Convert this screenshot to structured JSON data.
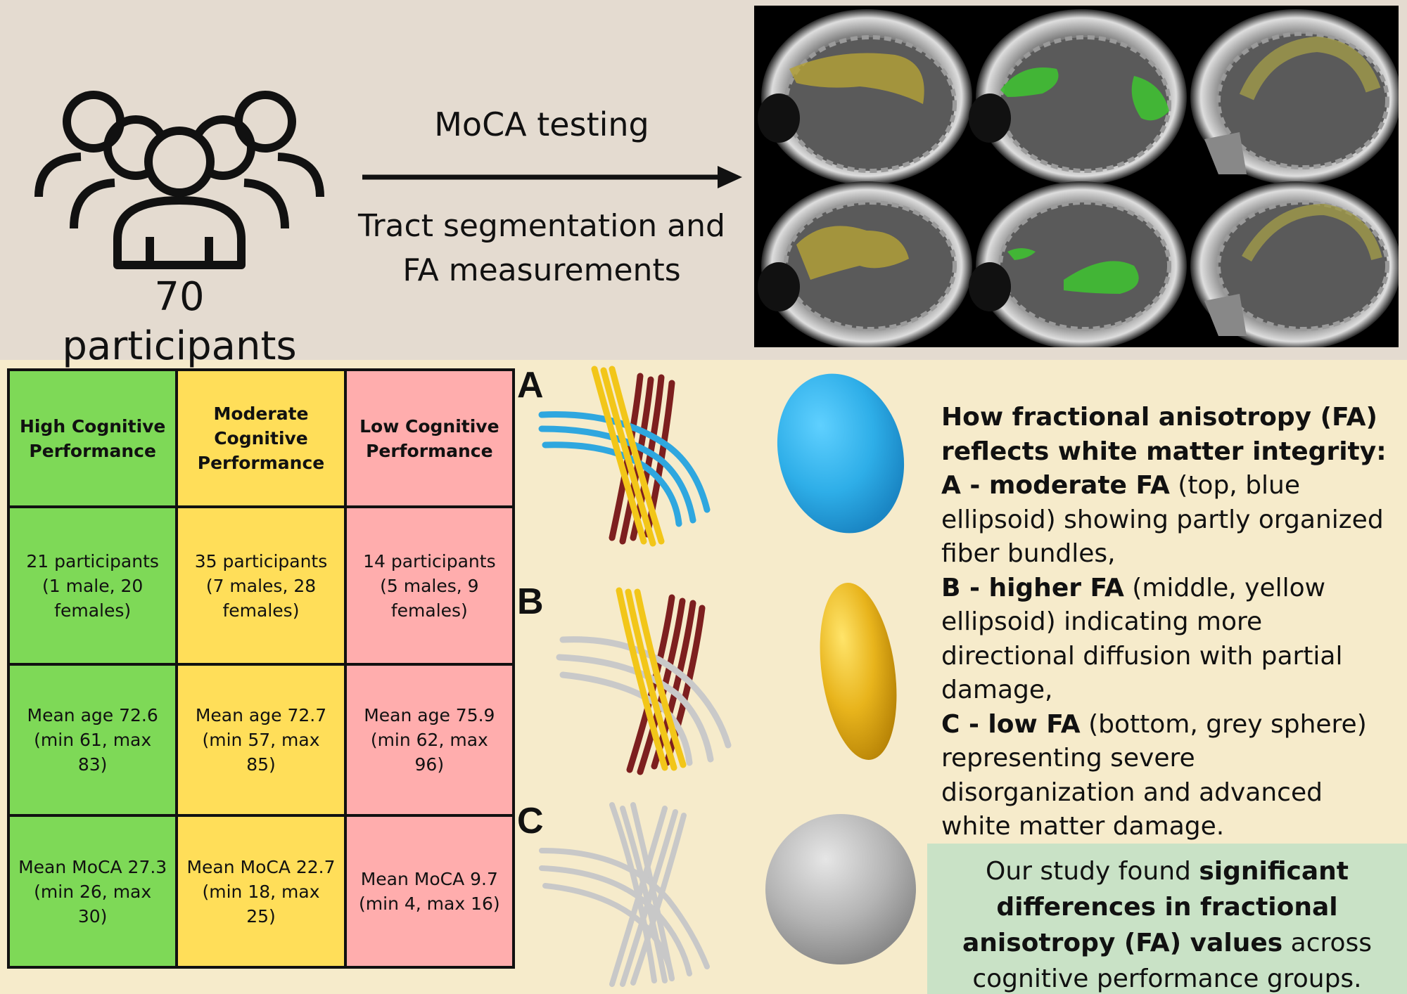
{
  "header": {
    "participants_label": "70 participants",
    "arrow_top_label": "MoCA testing",
    "arrow_bottom_label": "Tract segmentation and FA measurements"
  },
  "groups_table": {
    "headers": [
      "High Cognitive Performance",
      "Moderate Cognitive Performance",
      "Low Cognitive Performance"
    ],
    "rows": [
      [
        "21 participants (1 male, 20 females)",
        "35 participants (7 males, 28 females)",
        "14 participants (5 males, 9 females)"
      ],
      [
        "Mean age 72.6 (min 61, max 83)",
        "Mean age 72.7 (min 57, max 85)",
        "Mean age 75.9 (min 62, max 96)"
      ],
      [
        "Mean MoCA 27.3 (min 26, max 30)",
        "Mean MoCA 22.7 (min 18, max 25)",
        "Mean MoCA 9.7 (min 4, max 16)"
      ]
    ],
    "colors": {
      "high": "#7ed957",
      "moderate": "#ffde59",
      "low": "#ffadad"
    }
  },
  "fa_panels": {
    "labels": [
      "A",
      "B",
      "C"
    ],
    "ellipsoid_colors": {
      "A": "#2eaee8",
      "B": "#e8b41c",
      "C": "#b4b4b4"
    }
  },
  "explanation": {
    "heading": "How fractional anisotropy (FA) reflects white matter integrity:",
    "a_bold": "A - moderate FA",
    "a_text": " (top, blue ellipsoid) showing partly organized fiber bundles,",
    "b_bold": "B - higher FA",
    "b_text": " (middle, yellow ellipsoid) indicating more directional diffusion with partial damage,",
    "c_bold": "C - low FA",
    "c_text": " (bottom, grey sphere) representing severe disorganization and advanced white matter damage."
  },
  "finding": {
    "pre": "Our study found ",
    "bold": "significant differences in fractional anisotropy (FA) values",
    "post": " across cognitive performance groups."
  }
}
